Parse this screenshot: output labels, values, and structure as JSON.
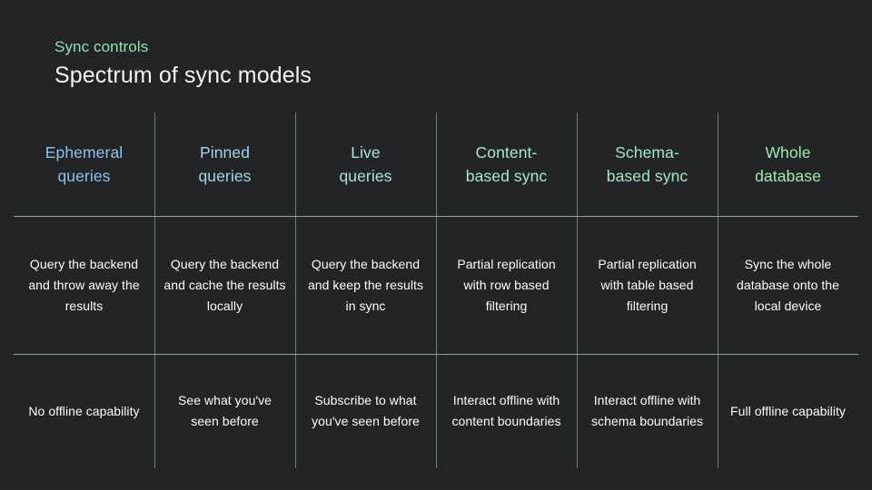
{
  "slide": {
    "background_color": "#222426",
    "eyebrow": "Sync controls",
    "title": "Spectrum of sync models"
  },
  "matrix": {
    "columns": [
      {
        "id": "ephemeral-queries",
        "header": "Ephemeral\nqueries",
        "header_line1": "Ephemeral",
        "header_line2": "queries",
        "header_color": "#8cc2f0",
        "description": "Query the backend and throw away the results",
        "offline": "No offline capability"
      },
      {
        "id": "pinned-queries",
        "header": "Pinned\nqueries",
        "header_line1": "Pinned",
        "header_line2": "queries",
        "header_color": "#9fd7e8",
        "description": "Query the backend and cache the results locally",
        "offline": "See what you've seen before"
      },
      {
        "id": "live-queries",
        "header": "Live\nqueries",
        "header_line1": "Live",
        "header_line2": "queries",
        "header_color": "#a8e4e0",
        "description": "Query the backend and keep the results in sync",
        "offline": "Subscribe to what you've seen before"
      },
      {
        "id": "content-based-sync",
        "header": "Content-\nbased sync",
        "header_line1": "Content-",
        "header_line2": "based sync",
        "header_color": "#a3e9cd",
        "description": "Partial replication with row based filtering",
        "offline": "Interact offline with content boundaries"
      },
      {
        "id": "schema-based-sync",
        "header": "Schema-\nbased sync",
        "header_line1": "Schema-",
        "header_line2": "based sync",
        "header_color": "#9ee9c0",
        "description": "Partial replication with table based filtering",
        "offline": "Interact offline with schema boundaries"
      },
      {
        "id": "whole-database",
        "header": "Whole\ndatabase",
        "header_line1": "Whole",
        "header_line2": "database",
        "header_color": "#9cebb4",
        "description": "Sync the whole database onto the local device",
        "offline": "Full offline capability"
      }
    ],
    "rows": [
      {
        "id": "header-row",
        "kind": "header"
      },
      {
        "id": "description-row",
        "kind": "description"
      },
      {
        "id": "offline-row",
        "kind": "offline"
      }
    ],
    "rule_color": "#8aa39b",
    "divider_color": "#6f7d78"
  }
}
